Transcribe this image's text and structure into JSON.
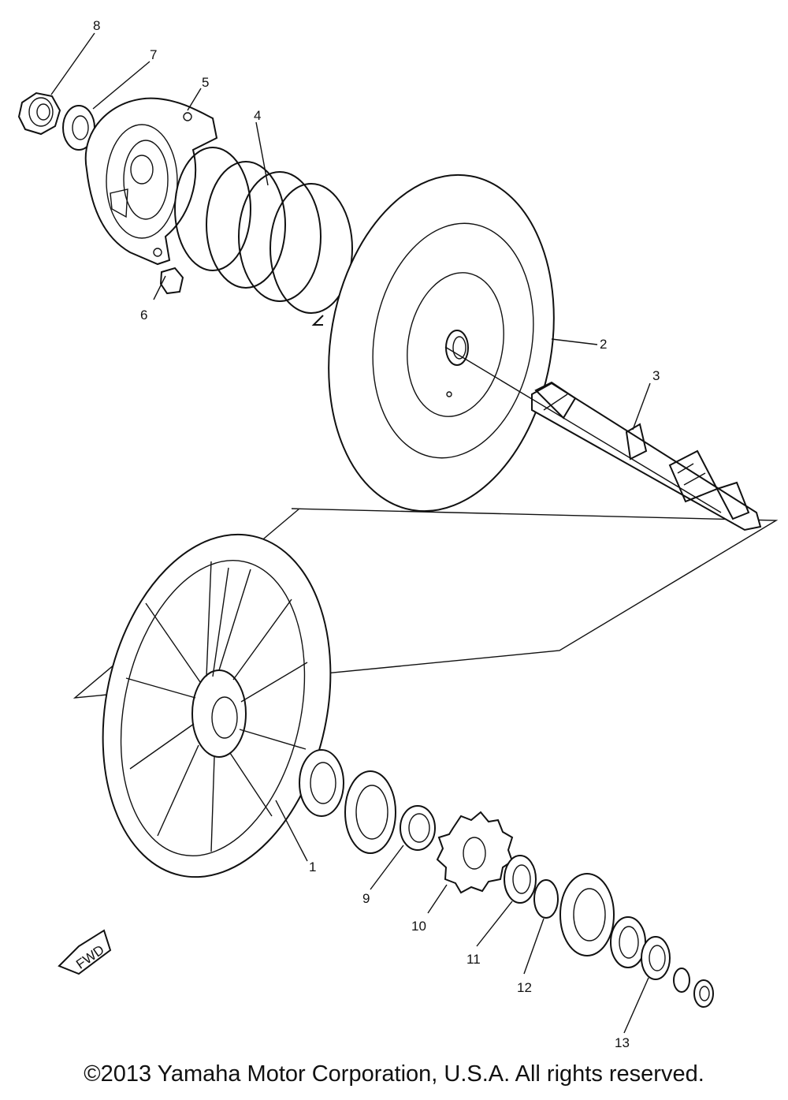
{
  "diagram": {
    "part_labels": [
      "1",
      "2",
      "3",
      "4",
      "5",
      "6",
      "7",
      "8",
      "9",
      "10",
      "11",
      "12",
      "13"
    ],
    "fwd_label": "FWD"
  },
  "footer": {
    "copyright": "©2013 Yamaha Motor Corporation, U.S.A. All rights reserved."
  }
}
